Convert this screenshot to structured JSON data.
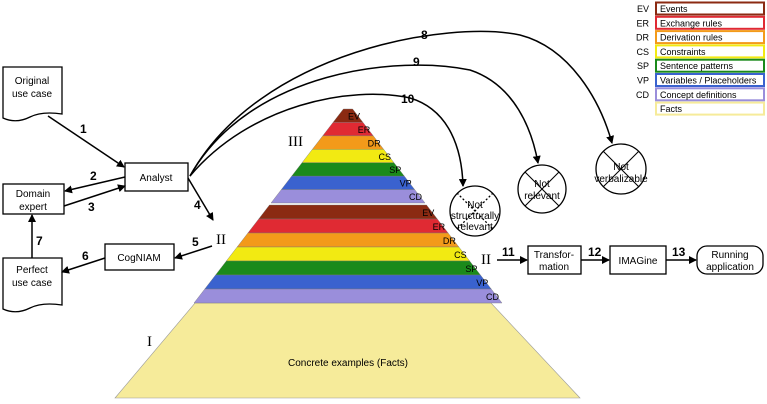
{
  "legend": [
    {
      "code": "EV",
      "label": "Events",
      "color": "#8b2a12"
    },
    {
      "code": "ER",
      "label": "Exchange rules",
      "color": "#e02a33"
    },
    {
      "code": "DR",
      "label": "Derivation rules",
      "color": "#f39a1a"
    },
    {
      "code": "CS",
      "label": "Constraints",
      "color": "#f2ea12"
    },
    {
      "code": "SP",
      "label": "Sentence patterns",
      "color": "#1b8a1b"
    },
    {
      "code": "VP",
      "label": "Variables / Placeholders",
      "color": "#3a62cf"
    },
    {
      "code": "CD",
      "label": "Concept definitions",
      "color": "#9a8edb"
    },
    {
      "code": "",
      "label": "Facts",
      "color": "#f6eb9a"
    }
  ],
  "boxes": {
    "original_use_case": [
      "Original",
      "use case"
    ],
    "domain_expert": [
      "Domain",
      "expert"
    ],
    "perfect_use_case": [
      "Perfect",
      "use case"
    ],
    "analyst": "Analyst",
    "cogniam": "CogNIAM",
    "transformation": [
      "Transfor-",
      "mation"
    ],
    "imagine": "IMAGine",
    "running_application": [
      "Running",
      "application"
    ]
  },
  "circles": {
    "not_structurally_relevant": [
      "Not",
      "structurally",
      "relevant"
    ],
    "not_relevant": [
      "Not",
      "relevant"
    ],
    "not_verbalizable": [
      "Not",
      "verbalizable"
    ]
  },
  "arrows": [
    "1",
    "2",
    "3",
    "4",
    "5",
    "6",
    "7",
    "8",
    "9",
    "10",
    "11",
    "12",
    "13"
  ],
  "roman": {
    "i": "I",
    "ii": "II",
    "iii": "III"
  },
  "pyramid": {
    "top_bands": [
      "EV",
      "ER",
      "DR",
      "CS",
      "SP",
      "VP",
      "CD"
    ],
    "mid_bands": [
      "EV",
      "ER",
      "DR",
      "CS",
      "SP",
      "VP",
      "CD"
    ],
    "base_label": "Concrete examples (Facts)"
  }
}
